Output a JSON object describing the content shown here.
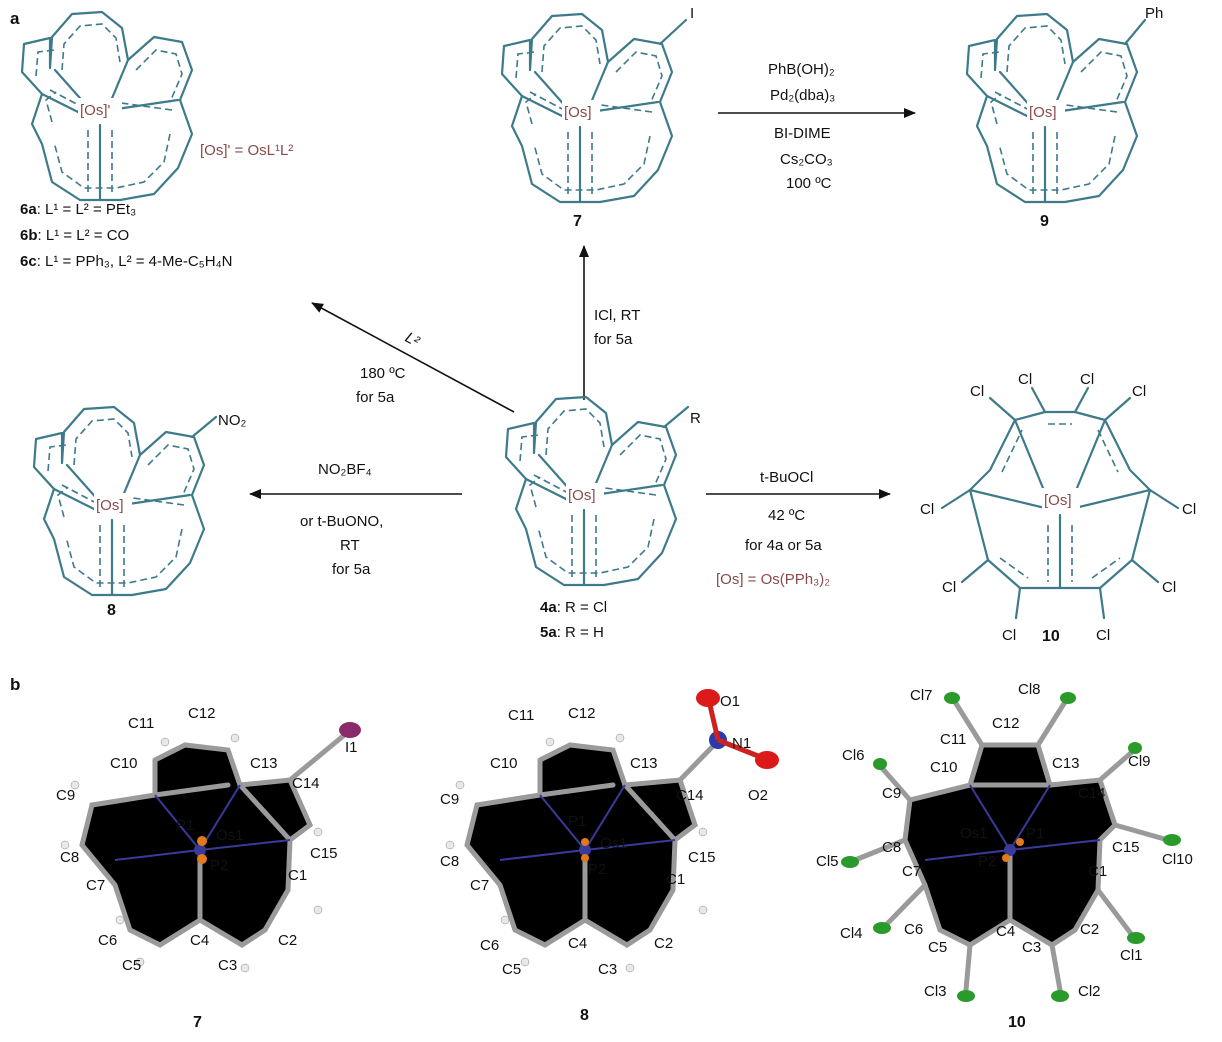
{
  "panels": {
    "a": "a",
    "b": "b"
  },
  "os_label": "[Os]",
  "os_prime_label": "[Os]'",
  "definitions": {
    "os_prime": "[Os]' = OsL¹L²",
    "os": "[Os] = Os(PPh₃)₂"
  },
  "compounds": {
    "c6_lines": [
      {
        "bold": "6a",
        "text": ": L¹ = L² = PEt₃"
      },
      {
        "bold": "6b",
        "text": ": L¹ = L² = CO"
      },
      {
        "bold": "6c",
        "text": ": L¹ = PPh₃, L² = 4-Me-C₅H₄N"
      }
    ],
    "c7": "7",
    "c9": "9",
    "c8": "8",
    "c10": "10",
    "c4a5a_lines": [
      {
        "bold": "4a",
        "text": ": R = Cl"
      },
      {
        "bold": "5a",
        "text": ": R = H"
      }
    ]
  },
  "substituents": {
    "I": "I",
    "Ph": "Ph",
    "NO2": "NO₂",
    "R": "R",
    "Cl": "Cl"
  },
  "conditions": {
    "to9": [
      "PhB(OH)₂",
      "Pd₂(dba)₃",
      "BI-DIME",
      "Cs₂CO₃",
      "100 ºC"
    ],
    "to7": [
      "ICl, RT",
      "for 5a"
    ],
    "to6": [
      "L²",
      "180 ºC",
      "for 5a"
    ],
    "to8": [
      "NO₂BF₄",
      "or t-BuONO,",
      "RT",
      "for 5a"
    ],
    "to10": [
      "t-BuOCl",
      "42 ºC",
      "for 4a or 5a"
    ]
  },
  "crystal_labels": {
    "s7": [
      "C11",
      "C12",
      "C10",
      "C13",
      "C14",
      "I1",
      "C9",
      "P1",
      "Os1",
      "C8",
      "C15",
      "P2",
      "C7",
      "C1",
      "C6",
      "C4",
      "C2",
      "C5",
      "C3"
    ],
    "s8": [
      "O1",
      "C11",
      "C12",
      "N1",
      "C13",
      "C10",
      "C14",
      "O2",
      "C9",
      "P1",
      "Os1",
      "C8",
      "C15",
      "P2",
      "C7",
      "C1",
      "C6",
      "C4",
      "C2",
      "C5",
      "C3"
    ],
    "s10": [
      "Cl7",
      "Cl8",
      "C12",
      "C11",
      "Cl6",
      "C13",
      "Cl9",
      "C10",
      "C9",
      "C14",
      "Os1",
      "P1",
      "Cl5",
      "C8",
      "C15",
      "Cl10",
      "C7",
      "P2",
      "C1",
      "Cl4",
      "C6",
      "C4",
      "C2",
      "C5",
      "C3",
      "Cl1",
      "Cl3",
      "Cl2"
    ]
  },
  "crystal_names": {
    "s7": "7",
    "s8": "8",
    "s10": "10"
  }
}
